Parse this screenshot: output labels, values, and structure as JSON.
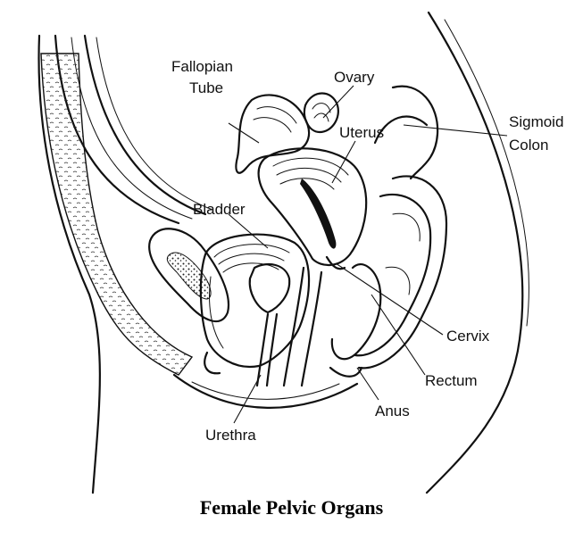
{
  "caption": "Female Pelvic Organs",
  "labels": {
    "fallopian_tube_line1": "Fallopian",
    "fallopian_tube_line2": "Tube",
    "ovary": "Ovary",
    "uterus": "Uterus",
    "sigmoid_colon_line1": "Sigmoid",
    "sigmoid_colon_line2": "Colon",
    "bladder": "Bladder",
    "cervix": "Cervix",
    "rectum": "Rectum",
    "anus": "Anus",
    "urethra": "Urethra"
  },
  "colors": {
    "ink": "#111111",
    "background": "#ffffff"
  }
}
